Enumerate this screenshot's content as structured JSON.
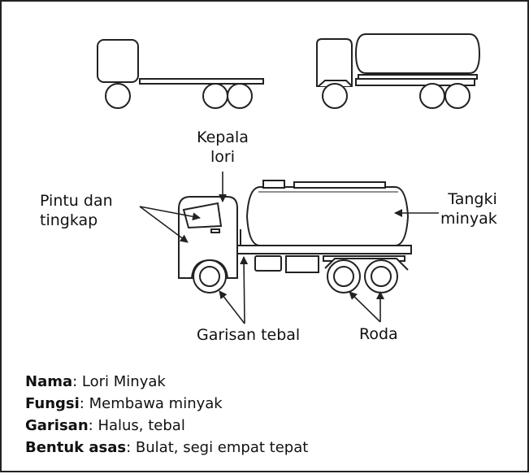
{
  "labels": {
    "kepala_lori": [
      "Kepala",
      "lori"
    ],
    "pintu_tingkap": [
      "Pintu dan",
      "tingkap"
    ],
    "tangki": [
      "Tangki",
      "minyak"
    ],
    "garisan_tebal": "Garisan tebal",
    "roda": "Roda"
  },
  "info": [
    {
      "key": "Nama",
      "sep": ": ",
      "value": "Lori Minyak"
    },
    {
      "key": "Fungsi",
      "sep": ": ",
      "value": "Membawa minyak"
    },
    {
      "key": "Garisan",
      "sep": ": ",
      "value": "Halus, tebal"
    },
    {
      "key": "Bentuk asas",
      "sep": ": ",
      "value": "Bulat, segi empat tepat"
    }
  ],
  "colors": {
    "line": "#222222",
    "background": "#ffffff"
  }
}
